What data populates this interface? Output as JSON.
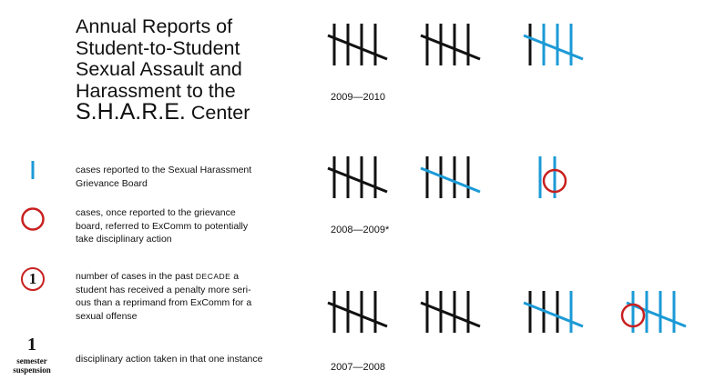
{
  "title": {
    "line1": "Annual Reports of",
    "line2": "Student-to-Student",
    "line3": "Sexual Assault and",
    "line4": "Harassment to the",
    "line5_big": "S.H.A.R.E.",
    "line5_rest": " Center"
  },
  "legend": {
    "blue_line": {
      "line1": "cases reported to the Sexual Harassment",
      "line2": "Grievance Board"
    },
    "red_circle": {
      "line1": "cases, once reported to the grievance",
      "line2": "board,  referred to ExComm to potentially",
      "line3": "take disciplinary action"
    },
    "numbered_circle": {
      "number": "1",
      "line1a": "number of cases in the past ",
      "line1b": "DECADE",
      "line1c": " a",
      "line2": "student has received a penalty more seri-",
      "line3": "ous than a reprimand from ExComm for a",
      "line4": "sexual offense"
    },
    "suspension": {
      "number": "1",
      "label1": "semester",
      "label2": "suspension",
      "text": "disciplinary action taken in that one instance"
    }
  },
  "colors": {
    "black": "#111111",
    "blue": "#1b9ad6",
    "red": "#c8201f"
  },
  "chart_data": {
    "type": "tally",
    "years": [
      {
        "label": "2009—2010",
        "groups": [
          {
            "strokes": [
              "black",
              "black",
              "black",
              "black"
            ],
            "slash": "black",
            "circle_at": null
          },
          {
            "strokes": [
              "black",
              "black",
              "black",
              "black"
            ],
            "slash": "black",
            "circle_at": null
          },
          {
            "strokes": [
              "black",
              "blue",
              "blue",
              "blue"
            ],
            "slash": "blue",
            "circle_at": null
          }
        ]
      },
      {
        "label": "2008—2009*",
        "groups": [
          {
            "strokes": [
              "black",
              "black",
              "black",
              "black"
            ],
            "slash": "black",
            "circle_at": null
          },
          {
            "strokes": [
              "black",
              "black",
              "black",
              "black"
            ],
            "slash": "blue",
            "circle_at": null
          },
          {
            "strokes": [
              "blue",
              "blue"
            ],
            "slash": null,
            "circle_at": 1
          }
        ]
      },
      {
        "label": "2007—2008",
        "groups": [
          {
            "strokes": [
              "black",
              "black",
              "black",
              "black"
            ],
            "slash": "black",
            "circle_at": null
          },
          {
            "strokes": [
              "black",
              "black",
              "black",
              "black"
            ],
            "slash": "black",
            "circle_at": null
          },
          {
            "strokes": [
              "black",
              "black",
              "black",
              "blue"
            ],
            "slash": "blue",
            "circle_at": null
          },
          {
            "strokes": [
              "blue",
              "blue",
              "blue",
              "blue"
            ],
            "slash": "blue",
            "circle_at": 0
          }
        ]
      }
    ]
  }
}
